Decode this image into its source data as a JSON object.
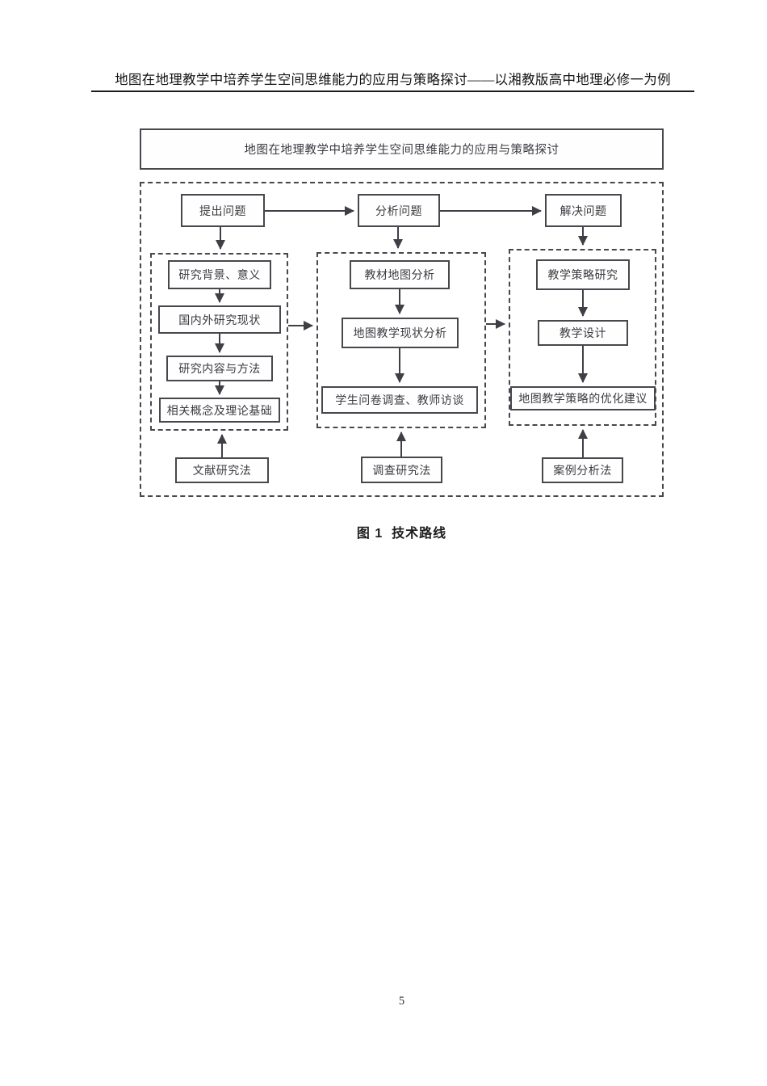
{
  "header": {
    "title": "地图在地理教学中培养学生空间思维能力的应用与策略探讨——以湘教版高中地理必修一为例"
  },
  "figure": {
    "title_box": "地图在地理教学中培养学生空间思维能力的应用与策略探讨",
    "top_row": [
      "提出问题",
      "分析问题",
      "解决问题"
    ],
    "col_left": [
      "研究背景、意义",
      "国内外研究现状",
      "研究内容与方法",
      "相关概念及理论基础"
    ],
    "col_middle": [
      "教材地图分析",
      "地图教学现状分析",
      "学生问卷调查、教师访谈"
    ],
    "col_right": [
      "教学策略研究",
      "教学设计",
      "地图教学策略的优化建议"
    ],
    "methods": [
      "文献研究法",
      "调查研究法",
      "案例分析法"
    ],
    "caption": "图 1  技术路线"
  },
  "page_number": "5",
  "colors": {
    "stroke": "#47474d",
    "arrow": "#3f3f45",
    "text": "#3b3b41",
    "header_rule": "#1c1c1c"
  }
}
